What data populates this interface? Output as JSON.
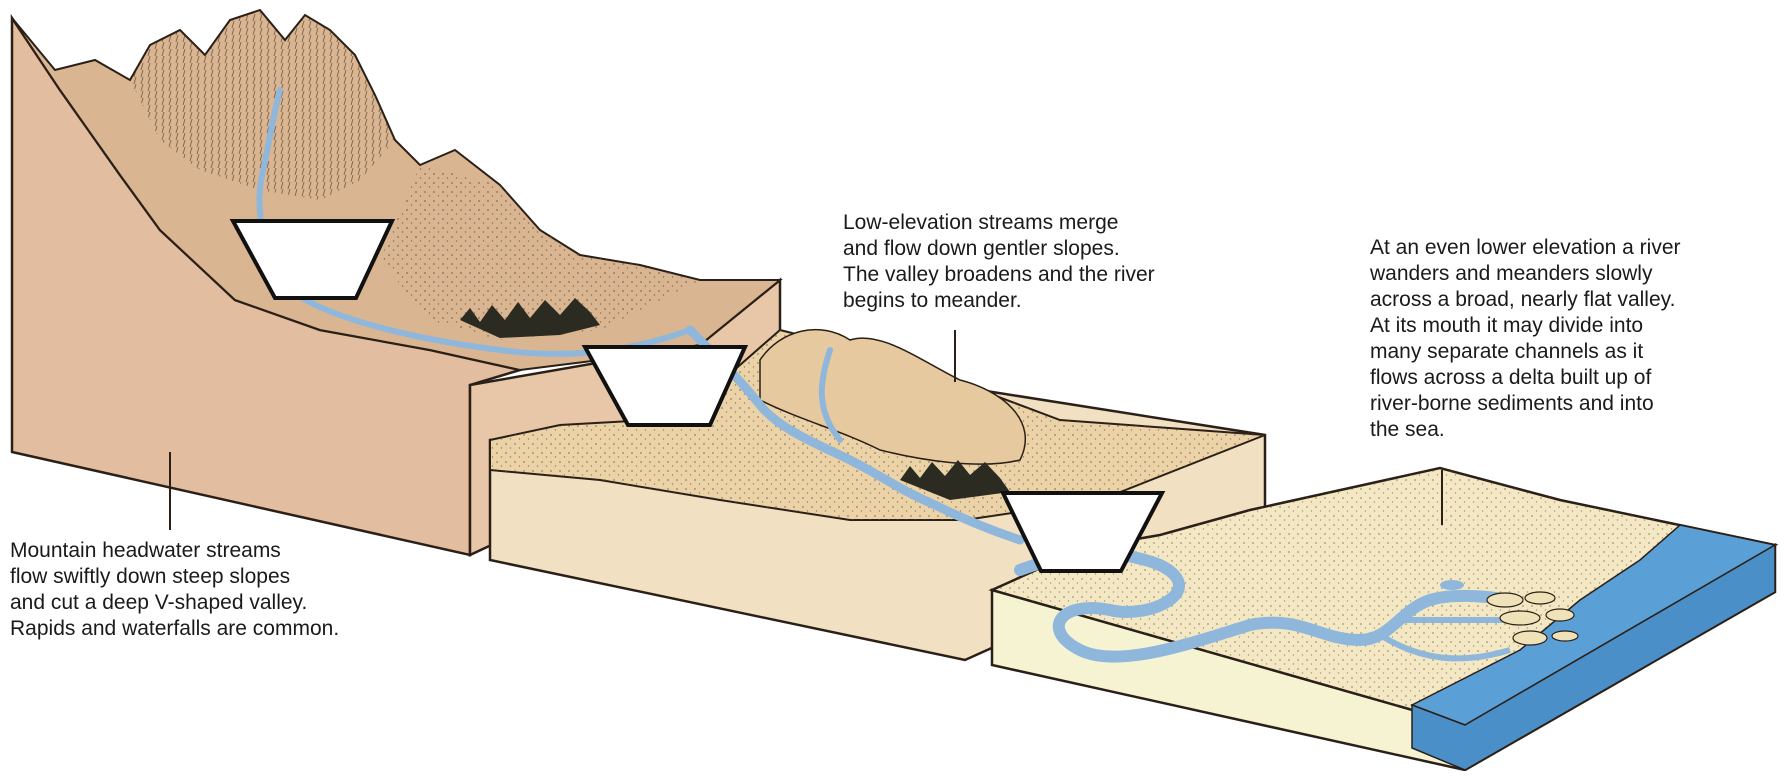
{
  "captions": {
    "mountain": [
      "Mountain headwater streams",
      "flow swiftly down steep slopes",
      "and cut a deep V-shaped valley.",
      "Rapids and waterfalls are common."
    ],
    "low_elevation": [
      "Low-elevation streams merge",
      "and flow down gentler slopes.",
      "The valley broadens and the river",
      "begins to meander."
    ],
    "lowland": [
      "At an even lower elevation a river",
      "wanders and meanders slowly",
      "across a broad, nearly flat valley.",
      "At its mouth it may divide into",
      "many separate channels as it",
      "flows across a delta built up of",
      "river-borne sediments and into",
      "the sea."
    ]
  },
  "answer_boxes": [
    {
      "label": ""
    },
    {
      "label": ""
    },
    {
      "label": ""
    }
  ],
  "colors": {
    "rock": "#d9b592",
    "rock_dark": "#b58d6a",
    "block_side_1": "#e3bd9f",
    "block_side_2": "#f2e0c2",
    "plain": "#f4e8c4",
    "plain_side": "#f6f3d2",
    "water": "#8fb7dc",
    "sea": "#5a9fd6",
    "forest": "#2b2b22",
    "outline": "#2a2018"
  }
}
